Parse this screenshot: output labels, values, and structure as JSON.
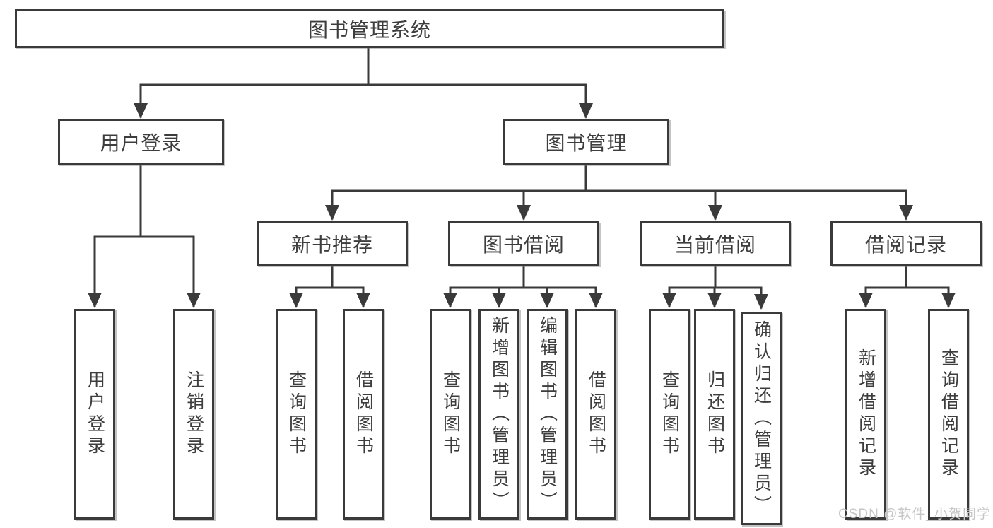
{
  "tree": {
    "root": {
      "label": "图书管理系统"
    },
    "user_login": {
      "label": "用户登录",
      "children": [
        {
          "label": "用户登录"
        },
        {
          "label": "注销登录"
        }
      ]
    },
    "book_management": {
      "label": "图书管理",
      "sections": {
        "new_book_recommend": {
          "label": "新书推荐",
          "children": [
            {
              "label": "查询图书"
            },
            {
              "label": "借阅图书"
            }
          ]
        },
        "book_borrowing": {
          "label": "图书借阅",
          "children": [
            {
              "label": "查询图书"
            },
            {
              "label": "新增图书（管理员）"
            },
            {
              "label": "编辑图书（管理员）"
            },
            {
              "label": "借阅图书"
            }
          ]
        },
        "current_borrowing": {
          "label": "当前借阅",
          "children": [
            {
              "label": "查询图书"
            },
            {
              "label": "归还图书"
            },
            {
              "label": "确认归还（管理员）"
            }
          ]
        },
        "borrowing_records": {
          "label": "借阅记录",
          "children": [
            {
              "label": "新增借阅记录"
            },
            {
              "label": "查询借阅记录"
            }
          ]
        }
      }
    }
  },
  "watermark": {
    "text": "CSDN @软件_小贺同学"
  },
  "colors": {
    "line": "#3a3a3a",
    "box_border": "#3a3a3a",
    "box_fill": "#ffffff",
    "text": "#3d3d3d",
    "watermark": "#c6c6c6",
    "background": "#ffffff"
  }
}
